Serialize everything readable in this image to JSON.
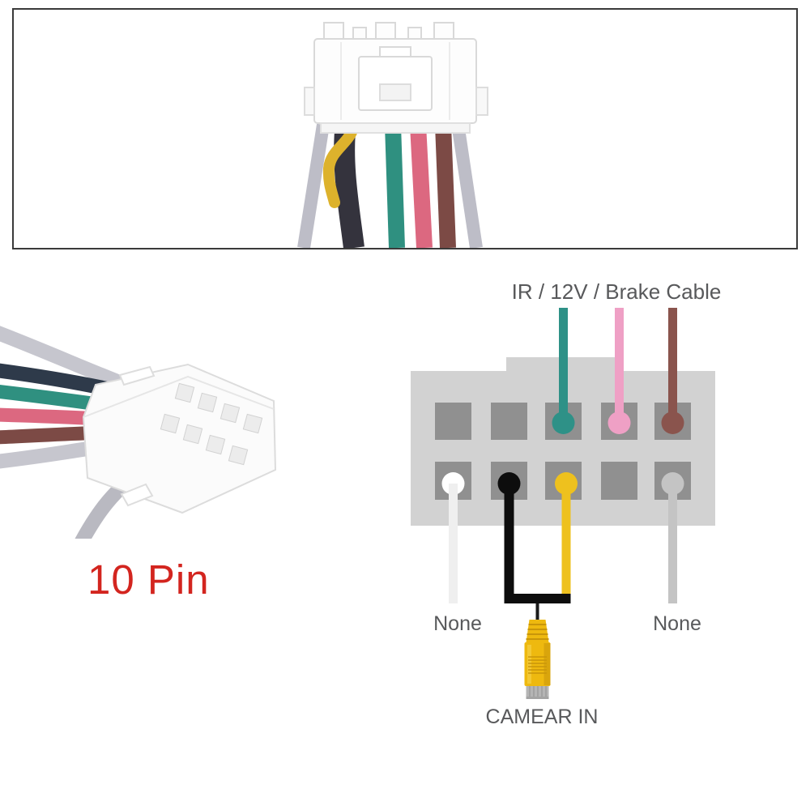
{
  "pin_label": {
    "text": "10 Pin",
    "color": "#d3251f"
  },
  "top_photo": {
    "border_color": "#3a3a3a",
    "connector_color": "#fdfdfd",
    "outline_color": "#d9d9d9",
    "wires": [
      {
        "name": "gray-left-wire",
        "color": "#bdbdc7"
      },
      {
        "name": "black-wire",
        "color": "#34333d"
      },
      {
        "name": "yellow-wire",
        "color": "#ddb22c"
      },
      {
        "name": "green-wire",
        "color": "#2f9080"
      },
      {
        "name": "pink-wire",
        "color": "#dc6880"
      },
      {
        "name": "brown-wire",
        "color": "#7c4a45"
      },
      {
        "name": "gray-right-wire",
        "color": "#bdbdc7"
      }
    ]
  },
  "left_photo": {
    "connector_color": "#fbfbfb",
    "outline_color": "#dcdcdc",
    "hole_color": "#ececec",
    "wires": [
      {
        "name": "gray-top-wire",
        "color": "#c6c6ce"
      },
      {
        "name": "navy-wire",
        "color": "#2e3a4a"
      },
      {
        "name": "navy-wire-tip",
        "color": "#c9a227"
      },
      {
        "name": "green-wire",
        "color": "#2f9080"
      },
      {
        "name": "pink-wire",
        "color": "#dc6880"
      },
      {
        "name": "brown-wire",
        "color": "#7c4a45"
      },
      {
        "name": "gray-bottom-wire",
        "color": "#c6c6ce"
      },
      {
        "name": "gray-lower-wire",
        "color": "#b9b9c1"
      }
    ]
  },
  "diagram": {
    "top_label": "IR / 12V / Brake Cable",
    "text_color": "#58595b",
    "connector": {
      "body_color": "#d2d2d2",
      "pin_color": "#909090",
      "rows": 2,
      "cols": 5,
      "pin_count": 10
    },
    "top_wires": [
      {
        "name": "ir-wire",
        "color": "#2e9187",
        "row": 1,
        "pin": 3
      },
      {
        "name": "12v-wire",
        "color": "#efa0c5",
        "row": 1,
        "pin": 4
      },
      {
        "name": "brake-wire",
        "color": "#8a544d",
        "row": 1,
        "pin": 5
      }
    ],
    "bottom_wires": [
      {
        "name": "white-wire",
        "color": "#efefef",
        "dot_color": "#ffffff",
        "row": 2,
        "pin": 1,
        "label": "None"
      },
      {
        "name": "black-wire",
        "color": "#0d0d0d",
        "dot_color": "#0d0d0d",
        "row": 2,
        "pin": 2,
        "label": "CAMEAR IN"
      },
      {
        "name": "yellow-wire",
        "color": "#eec11e",
        "dot_color": "#eec11e",
        "row": 2,
        "pin": 3,
        "label": "CAMEAR IN"
      },
      {
        "name": "gray-wire",
        "color": "#c4c4c4",
        "dot_color": "#c4c4c4",
        "row": 2,
        "pin": 5,
        "label": "None"
      }
    ],
    "labels": {
      "none_left": "None",
      "none_right": "None",
      "camera_in": "CAMEAR IN"
    },
    "rca_plug": {
      "body_color": "#eeb90f",
      "shadow_color": "#c9960a",
      "shade_color": "#d9a50c",
      "highlight_color": "#f6d149",
      "tip_color": "#b5b5b5",
      "tip_line_color": "#9b9b9b",
      "cable_color": "#1a1a1a"
    }
  }
}
